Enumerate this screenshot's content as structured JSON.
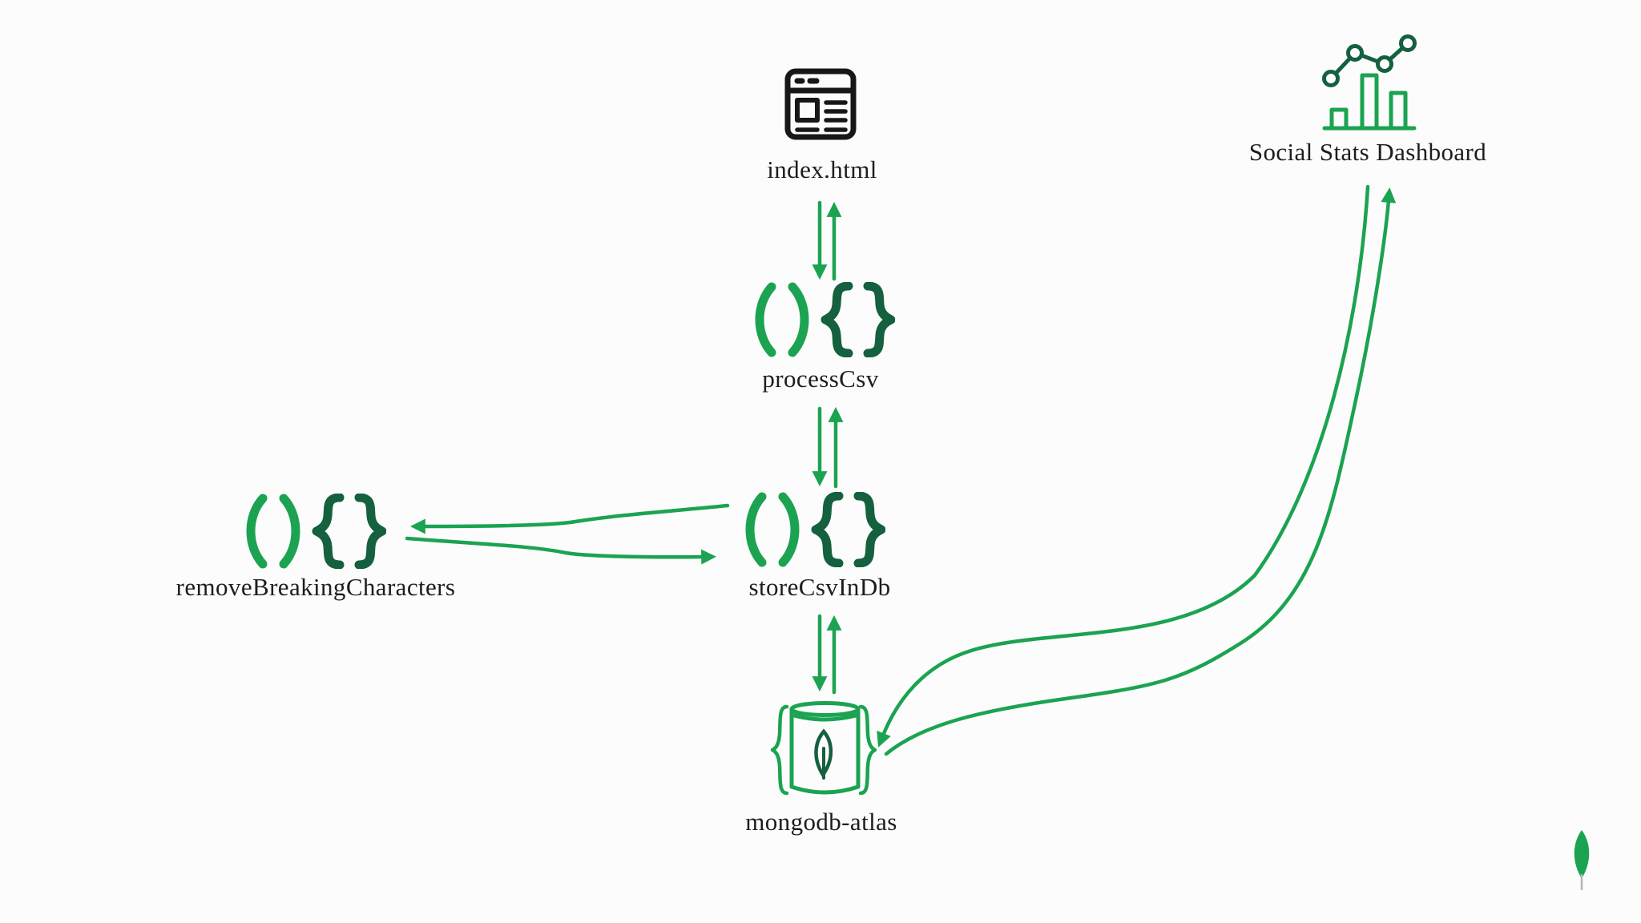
{
  "colors": {
    "bg": "#fcfcfc",
    "green": "#1ba351",
    "green_dark": "#14603f",
    "icon_black": "#171717",
    "text": "#1d1d1b",
    "stem_gray": "#b5b5b5"
  },
  "nodes": {
    "index_html": {
      "label": "index.html",
      "icon": "browser-window-icon"
    },
    "process_csv": {
      "label": "processCsv",
      "icon": "function-icon"
    },
    "store_csv_in_db": {
      "label": "storeCsvInDb",
      "icon": "function-icon"
    },
    "remove_breaking_characters": {
      "label": "removeBreakingCharacters",
      "icon": "function-icon"
    },
    "mongodb_atlas": {
      "label": "mongodb-atlas",
      "icon": "mongodb-database-icon"
    },
    "social_stats_dashboard": {
      "label": "Social Stats Dashboard",
      "icon": "stats-chart-icon"
    }
  },
  "edges": [
    {
      "from": "index.html",
      "to": "processCsv",
      "direction": "bidirectional"
    },
    {
      "from": "processCsv",
      "to": "storeCsvInDb",
      "direction": "bidirectional"
    },
    {
      "from": "storeCsvInDb",
      "to": "removeBreakingCharacters",
      "direction": "bidirectional"
    },
    {
      "from": "storeCsvInDb",
      "to": "mongodb-atlas",
      "direction": "bidirectional"
    },
    {
      "from": "mongodb-atlas",
      "to": "Social Stats Dashboard",
      "direction": "bidirectional"
    }
  ],
  "branding": {
    "logo": "mongodb-leaf"
  }
}
